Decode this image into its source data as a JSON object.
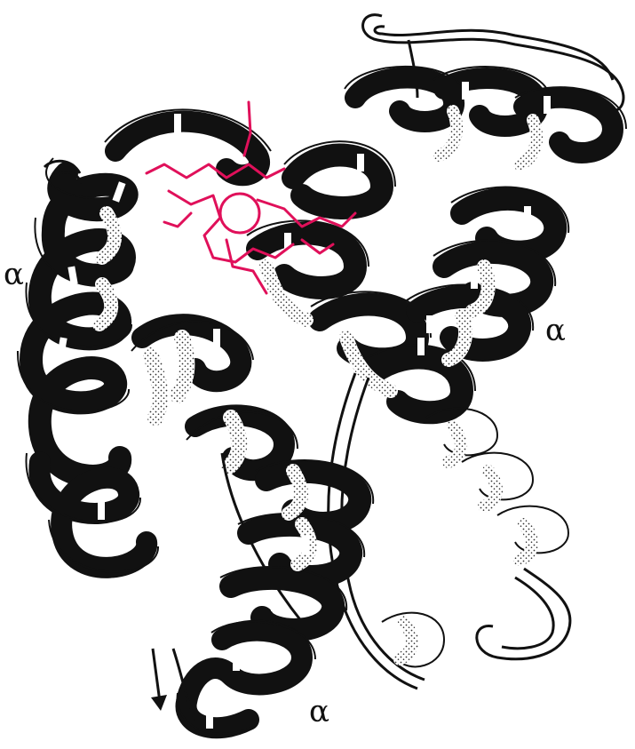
{
  "labels": {
    "alpha_left": "α",
    "alpha_right": "α",
    "alpha_bottom": "α"
  },
  "colors": {
    "ribbon": "#111111",
    "ribbon_light": "#ffffff",
    "heme": "#e0105a",
    "background": "#ffffff"
  },
  "icons": {
    "direction": "arrow-down-icon"
  }
}
